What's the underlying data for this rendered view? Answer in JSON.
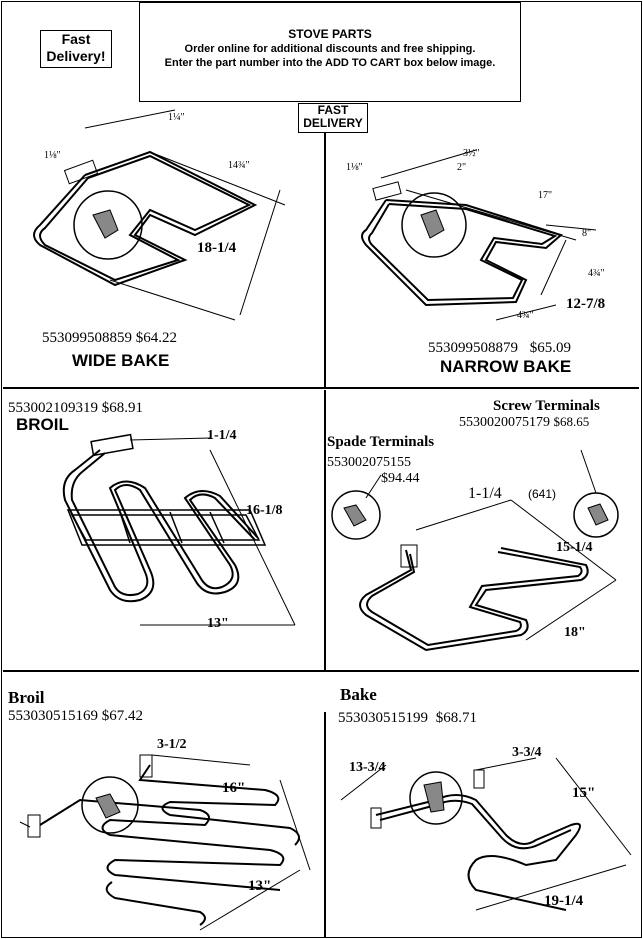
{
  "fast_delivery_badge": "Fast Delivery!",
  "fast_delivery_tag": [
    "FAST",
    "DELIVERY"
  ],
  "header": {
    "title": "STOVE PARTS",
    "line1": "Order online for additional discounts and free shipping.",
    "line2": "Enter the part number into the ADD TO CART box below image."
  },
  "parts": {
    "wide_bake": {
      "part_number": "553099508859",
      "price": "$64.22",
      "name": "WIDE BAKE",
      "dims": [
        "1¼\"",
        "1⅛\"",
        "14¾\"",
        "18-1/4"
      ]
    },
    "narrow_bake": {
      "part_number": "553099508879",
      "price": "$65.09",
      "name": "NARROW BAKE",
      "dims": [
        "3½\"",
        "2\"",
        "1⅛\"",
        "17\"",
        "8\"",
        "4¾\"",
        "4¾\"",
        "12-7/8"
      ]
    },
    "broil_top": {
      "part_number": "553002109319",
      "price": "$68.91",
      "name": "BROIL",
      "dims": [
        "1-1/4",
        "16-1/8",
        "13\""
      ]
    },
    "screw_terminals": {
      "label": "Screw Terminals",
      "part_number": "5530020075179",
      "price": "$68.65"
    },
    "spade_terminals": {
      "label": "Spade Terminals",
      "part_number": "553002075155",
      "price": "$94.44",
      "dims": [
        "1-1/4",
        "(641)",
        "15-1/4",
        "18\""
      ]
    },
    "broil_bottom": {
      "name": "Broil",
      "part_number": "553030515169",
      "price": "$67.42",
      "dims": [
        "3-1/2",
        "16\"",
        "13\""
      ]
    },
    "bake_bottom": {
      "name": "Bake",
      "part_number": "553030515199",
      "price": "$68.71",
      "dims": [
        "13-3/4",
        "3-3/4",
        "15\"",
        "19-1/4"
      ]
    }
  }
}
